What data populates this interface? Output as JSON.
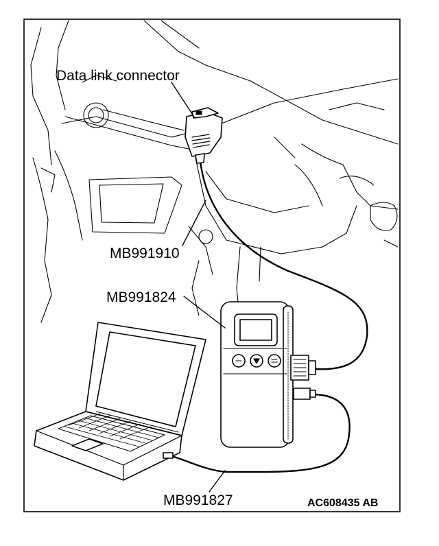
{
  "labels": {
    "data_link_connector": "Data link connector",
    "cable_1": "MB991910",
    "device": "MB991824",
    "cable_2": "MB991827",
    "figure_code": "AC608435 AB"
  }
}
